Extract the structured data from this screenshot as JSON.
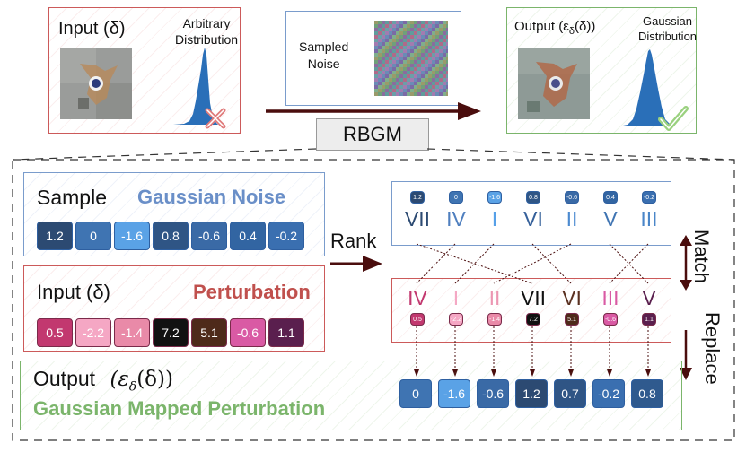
{
  "top": {
    "input_label": "Input (δ)",
    "arbitrary_distribution": "Arbitrary\nDistribution",
    "sampled_noise": "Sampled\nNoise",
    "output_label": "Output  (ε",
    "output_sub": "δ",
    "output_tail": "(δ))",
    "gaussian_distribution": "Gaussian\nDistribution",
    "rbgm": "RBGM"
  },
  "sample": {
    "word": "Sample",
    "title": "Gaussian Noise",
    "values": [
      "1.2",
      "0",
      "-1.6",
      "0.8",
      "-0.6",
      "0.4",
      "-0.2"
    ],
    "colors": [
      "#2c4a72",
      "#3f74b2",
      "#5aa2e6",
      "#2f5585",
      "#3a6aa6",
      "#3265a2",
      "#3a6fb0"
    ]
  },
  "input": {
    "word": "Input (δ)",
    "title": "Perturbation",
    "values": [
      "0.5",
      "-2.2",
      "-1.4",
      "7.2",
      "5.1",
      "-0.6",
      "1.1"
    ],
    "colors": [
      "#c2386f",
      "#f5a7c4",
      "#e98aa8",
      "#111111",
      "#4e2a1a",
      "#d95aa4",
      "#5a1f4e"
    ]
  },
  "rank": "Rank",
  "ranked_noise": {
    "values": [
      "1.2",
      "0",
      "-1.6",
      "0.8",
      "-0.6",
      "0.4",
      "-0.2"
    ],
    "numerals": [
      "VII",
      "IV",
      "I",
      "VI",
      "II",
      "V",
      "III"
    ],
    "numeral_colors": [
      "#2c4a72",
      "#4f7fbf",
      "#56a0e8",
      "#35609a",
      "#4c8ad0",
      "#3f74b2",
      "#4a86c8"
    ]
  },
  "ranked_pert": {
    "values": [
      "0.5",
      "-2.2",
      "-1.4",
      "7.2",
      "5.1",
      "-0.6",
      "1.1"
    ],
    "numerals": [
      "IV",
      "I",
      "II",
      "VII",
      "VI",
      "III",
      "V"
    ],
    "numeral_colors": [
      "#c2386f",
      "#f4a8c4",
      "#ec96b2",
      "#111111",
      "#5a3020",
      "#d95aa4",
      "#5a1f4e"
    ]
  },
  "match": "Match",
  "replace": "Replace",
  "output": {
    "word": "Output",
    "formula": "(ε",
    "sub": "δ",
    "tail": "(δ))",
    "title": "Gaussian Mapped Perturbation",
    "values": [
      "0",
      "-1.6",
      "-0.6",
      "1.2",
      "0.7",
      "-0.2",
      "0.8"
    ],
    "colors": [
      "#3f74b2",
      "#5aa2e6",
      "#3a6aa6",
      "#2c4a72",
      "#2f5585",
      "#3a6fb0",
      "#2f5a8e"
    ]
  },
  "colors": {
    "red_border": "#cc5a5a",
    "blue_border": "#7a9ccc",
    "green_border": "#7bb56b",
    "gaussian_title": "#6a8fc8",
    "perturbation_title": "#c0504d",
    "green_title": "#7bb56b",
    "dark_maroon": "#4a0d0d"
  }
}
